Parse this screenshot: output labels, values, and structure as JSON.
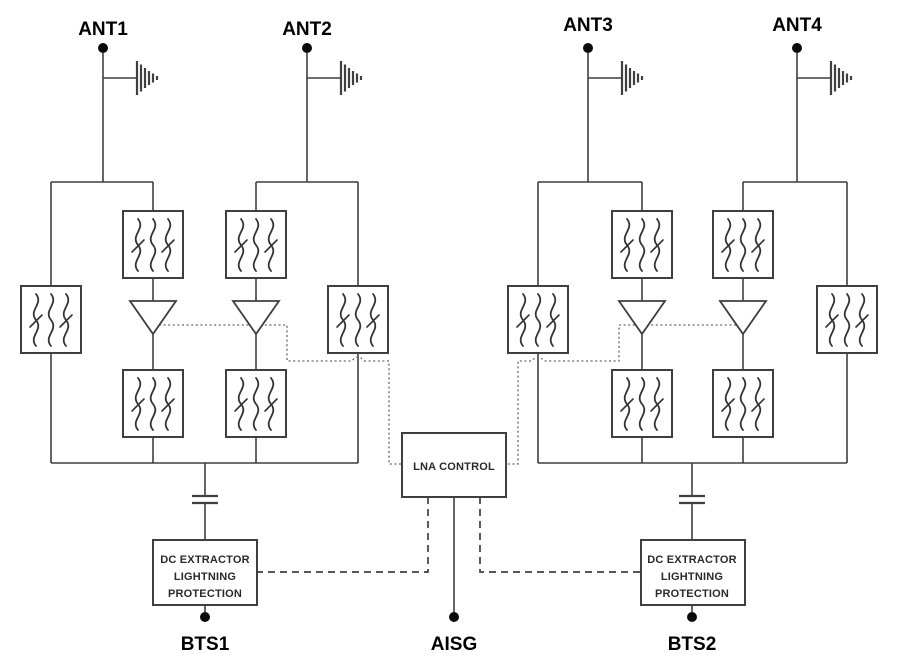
{
  "diagram": {
    "type": "antenna-lna-system-block-diagram",
    "terminals": {
      "ant1": "ANT1",
      "ant2": "ANT2",
      "ant3": "ANT3",
      "ant4": "ANT4",
      "bts1": "BTS1",
      "bts2": "BTS2",
      "aisg": "AISG"
    },
    "blocks": {
      "lna_control": {
        "label": "LNA CONTROL"
      },
      "dc_extractor_left": {
        "lines": [
          "DC EXTRACTOR",
          "LIGHTNING",
          "PROTECTION"
        ]
      },
      "dc_extractor_right": {
        "lines": [
          "DC EXTRACTOR",
          "LIGHTNING",
          "PROTECTION"
        ]
      }
    },
    "icons": {
      "antenna": "antenna-radiator-icon",
      "filter": "bandpass-filter-icon",
      "amplifier": "lna-amplifier-icon",
      "capacitor": "dc-block-capacitor-icon",
      "terminal": "terminal-port-dot"
    },
    "colors": {
      "background": "#ffffff",
      "line": "#3f3f3f",
      "text": "#000000",
      "control_dotted_line": "#666666"
    }
  }
}
